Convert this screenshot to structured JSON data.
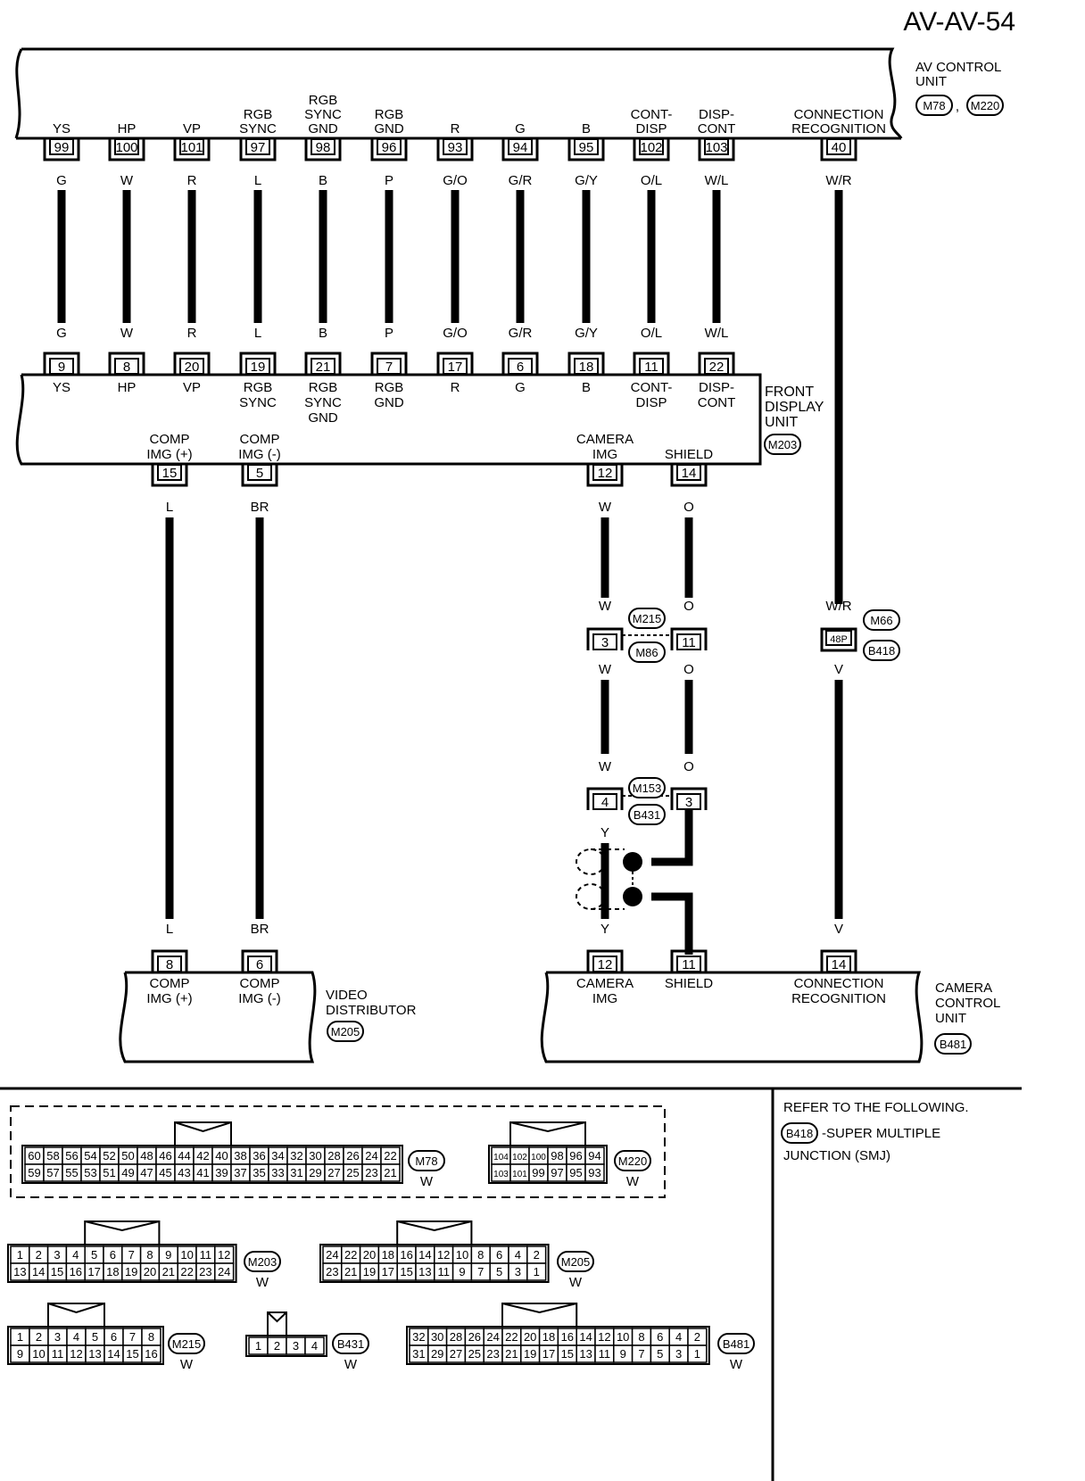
{
  "page_id": "AV-AV-54",
  "av_unit": {
    "name": [
      "AV CONTROL",
      "UNIT"
    ],
    "connectors": [
      "M78",
      "M220"
    ],
    "pins": [
      {
        "label": [
          "YS"
        ],
        "pin": "99",
        "wire": "G"
      },
      {
        "label": [
          "HP"
        ],
        "pin": "100",
        "wire": "W"
      },
      {
        "label": [
          "VP"
        ],
        "pin": "101",
        "wire": "R"
      },
      {
        "label": [
          "RGB",
          "SYNC"
        ],
        "pin": "97",
        "wire": "L"
      },
      {
        "label": [
          "RGB",
          "SYNC",
          "GND"
        ],
        "pin": "98",
        "wire": "B"
      },
      {
        "label": [
          "RGB",
          "GND"
        ],
        "pin": "96",
        "wire": "P"
      },
      {
        "label": [
          "R"
        ],
        "pin": "93",
        "wire": "G/O"
      },
      {
        "label": [
          "G"
        ],
        "pin": "94",
        "wire": "G/R"
      },
      {
        "label": [
          "B"
        ],
        "pin": "95",
        "wire": "G/Y"
      },
      {
        "label": [
          "CONT-",
          "DISP"
        ],
        "pin": "102",
        "wire": "O/L"
      },
      {
        "label": [
          "DISP-",
          "CONT"
        ],
        "pin": "103",
        "wire": "W/L"
      },
      {
        "label": [
          "CONNECTION",
          "RECOGNITION"
        ],
        "pin": "40",
        "wire": "W/R"
      }
    ]
  },
  "front_display": {
    "name": [
      "FRONT",
      "DISPLAY",
      "UNIT"
    ],
    "connector": "M203",
    "top_pins": [
      {
        "label": [
          "YS"
        ],
        "pin": "9",
        "wire": "G"
      },
      {
        "label": [
          "HP"
        ],
        "pin": "8",
        "wire": "W"
      },
      {
        "label": [
          "VP"
        ],
        "pin": "20",
        "wire": "R"
      },
      {
        "label": [
          "RGB",
          "SYNC"
        ],
        "pin": "19",
        "wire": "L"
      },
      {
        "label": [
          "RGB",
          "SYNC",
          "GND"
        ],
        "pin": "21",
        "wire": "B"
      },
      {
        "label": [
          "RGB",
          "GND"
        ],
        "pin": "7",
        "wire": "P"
      },
      {
        "label": [
          "R"
        ],
        "pin": "17",
        "wire": "G/O"
      },
      {
        "label": [
          "G"
        ],
        "pin": "6",
        "wire": "G/R"
      },
      {
        "label": [
          "B"
        ],
        "pin": "18",
        "wire": "G/Y"
      },
      {
        "label": [
          "CONT-",
          "DISP"
        ],
        "pin": "11",
        "wire": "O/L"
      },
      {
        "label": [
          "DISP-",
          "CONT"
        ],
        "pin": "22",
        "wire": "W/L"
      }
    ],
    "bottom_pins": [
      {
        "label": [
          "COMP",
          "IMG (+)"
        ],
        "pin": "15",
        "wire": "L"
      },
      {
        "label": [
          "COMP",
          "IMG (-)"
        ],
        "pin": "5",
        "wire": "BR"
      },
      {
        "label": [
          "CAMERA",
          "IMG"
        ],
        "pin": "12",
        "wire": "W"
      },
      {
        "label": [
          "SHIELD"
        ],
        "pin": "14",
        "wire": "O"
      }
    ]
  },
  "joint_1": {
    "pins": [
      "3",
      "11"
    ],
    "connectors": [
      "M215",
      "M86"
    ],
    "wires_in": [
      "W",
      "O"
    ],
    "wires_out": [
      "W",
      "O"
    ]
  },
  "joint_2": {
    "pins": [
      "4",
      "3"
    ],
    "connectors": [
      "M153",
      "B431"
    ],
    "wires_in": [
      "W",
      "O"
    ],
    "wires_out": [
      "Y"
    ]
  },
  "joint_3": {
    "pin": "48P",
    "connectors": [
      "M66",
      "B418"
    ],
    "wire_in": "W/R",
    "wire_out": "V"
  },
  "video_distributor": {
    "name": [
      "VIDEO",
      "DISTRIBUTOR"
    ],
    "connector": "M205",
    "pins": [
      {
        "label": [
          "COMP",
          "IMG (+)"
        ],
        "pin": "8",
        "wire": "L"
      },
      {
        "label": [
          "COMP",
          "IMG (-)"
        ],
        "pin": "6",
        "wire": "BR"
      }
    ]
  },
  "camera_unit": {
    "name": [
      "CAMERA",
      "CONTROL",
      "UNIT"
    ],
    "connector": "B481",
    "pins": [
      {
        "label": [
          "CAMERA",
          "IMG"
        ],
        "pin": "12",
        "wire": "Y"
      },
      {
        "label": [
          "SHIELD"
        ],
        "pin": "11",
        "wire": ""
      },
      {
        "label": [
          "CONNECTION",
          "RECOGNITION"
        ],
        "pin": "14",
        "wire": "V"
      }
    ]
  },
  "reference": {
    "lines": [
      "REFER TO THE FOLLOWING.",
      "-SUPER MULTIPLE",
      "JUNCTION (SMJ)"
    ],
    "connector": "B418"
  },
  "connector_faces": [
    {
      "id": "M78",
      "color": "W",
      "top": [
        "60",
        "58",
        "56",
        "54",
        "52",
        "50",
        "48",
        "46",
        "44",
        "42",
        "40",
        "38",
        "36",
        "34",
        "32",
        "30",
        "28",
        "26",
        "24",
        "22"
      ],
      "bottom": [
        "59",
        "57",
        "55",
        "53",
        "51",
        "49",
        "47",
        "45",
        "43",
        "41",
        "39",
        "37",
        "35",
        "33",
        "31",
        "29",
        "27",
        "25",
        "23",
        "21"
      ]
    },
    {
      "id": "M220",
      "color": "W",
      "top": [
        "104",
        "102",
        "100",
        "98",
        "96",
        "94"
      ],
      "bottom": [
        "103",
        "101",
        "99",
        "97",
        "95",
        "93"
      ]
    },
    {
      "id": "M203",
      "color": "W",
      "top": [
        "1",
        "2",
        "3",
        "4",
        "5",
        "6",
        "7",
        "8",
        "9",
        "10",
        "11",
        "12"
      ],
      "bottom": [
        "13",
        "14",
        "15",
        "16",
        "17",
        "18",
        "19",
        "20",
        "21",
        "22",
        "23",
        "24"
      ]
    },
    {
      "id": "M205",
      "color": "W",
      "top": [
        "24",
        "22",
        "20",
        "18",
        "16",
        "14",
        "12",
        "10",
        "8",
        "6",
        "4",
        "2"
      ],
      "bottom": [
        "23",
        "21",
        "19",
        "17",
        "15",
        "13",
        "11",
        "9",
        "7",
        "5",
        "3",
        "1"
      ]
    },
    {
      "id": "M215",
      "color": "W",
      "top": [
        "1",
        "2",
        "3",
        "4",
        "5",
        "6",
        "7",
        "8"
      ],
      "bottom": [
        "9",
        "10",
        "11",
        "12",
        "13",
        "14",
        "15",
        "16"
      ]
    },
    {
      "id": "B431",
      "color": "W",
      "top": [
        "1",
        "2",
        "3",
        "4"
      ],
      "bottom": []
    },
    {
      "id": "B481",
      "color": "W",
      "top": [
        "32",
        "30",
        "28",
        "26",
        "24",
        "22",
        "20",
        "18",
        "16",
        "14",
        "12",
        "10",
        "8",
        "6",
        "4",
        "2"
      ],
      "bottom": [
        "31",
        "29",
        "27",
        "25",
        "23",
        "21",
        "19",
        "17",
        "15",
        "13",
        "11",
        "9",
        "7",
        "5",
        "3",
        "1"
      ]
    }
  ]
}
